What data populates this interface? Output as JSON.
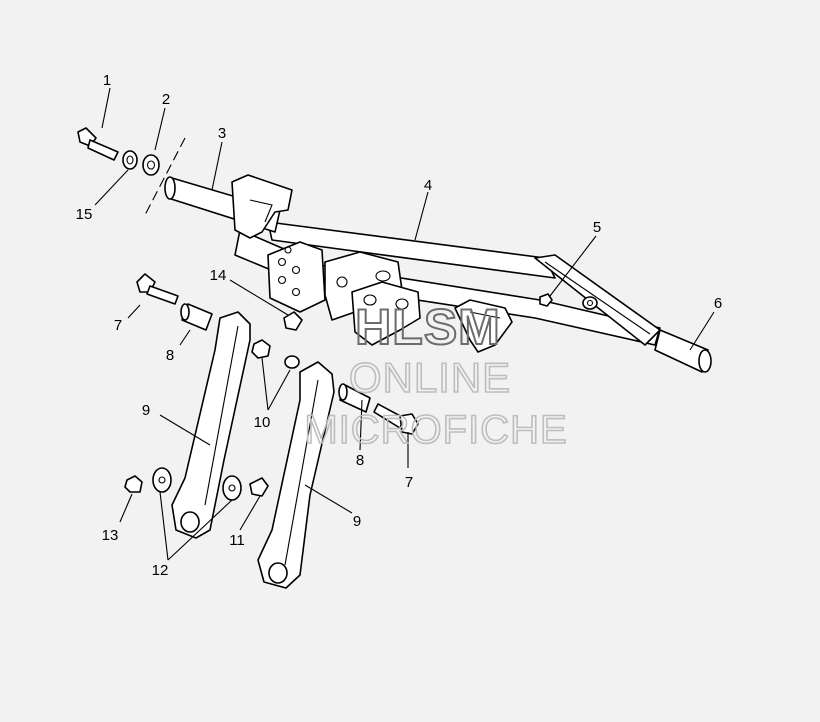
{
  "watermark": {
    "line1": "HLSM",
    "line2": "ONLINE",
    "line3": "MICROFICHE"
  },
  "callouts": [
    {
      "id": "c1",
      "text": "1"
    },
    {
      "id": "c2",
      "text": "2"
    },
    {
      "id": "c3",
      "text": "3"
    },
    {
      "id": "c4",
      "text": "4"
    },
    {
      "id": "c5",
      "text": "5"
    },
    {
      "id": "c6",
      "text": "6"
    },
    {
      "id": "c7a",
      "text": "7"
    },
    {
      "id": "c7b",
      "text": "7"
    },
    {
      "id": "c8a",
      "text": "8"
    },
    {
      "id": "c8b",
      "text": "8"
    },
    {
      "id": "c9a",
      "text": "9"
    },
    {
      "id": "c9b",
      "text": "9"
    },
    {
      "id": "c10",
      "text": "10"
    },
    {
      "id": "c11",
      "text": "11"
    },
    {
      "id": "c12",
      "text": "12"
    },
    {
      "id": "c13",
      "text": "13"
    },
    {
      "id": "c14",
      "text": "14"
    },
    {
      "id": "c15",
      "text": "15"
    }
  ]
}
